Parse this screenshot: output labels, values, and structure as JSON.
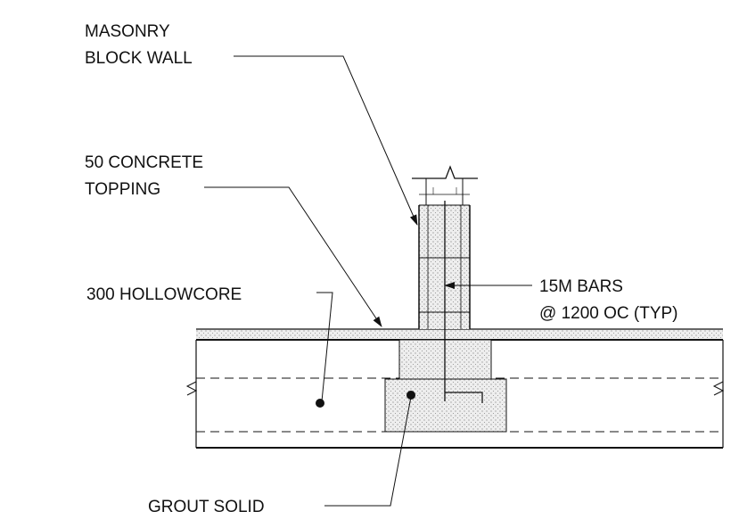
{
  "labels": {
    "masonry_line1": "MASONRY",
    "masonry_line2": "BLOCK WALL",
    "topping_line1": "50 CONCRETE",
    "topping_line2": "TOPPING",
    "hollowcore": "300 HOLLOWCORE",
    "bars_line1": "15M BARS",
    "bars_line2": "@ 1200 OC (TYP)",
    "grout": "GROUT SOLID"
  },
  "colors": {
    "ink": "#111111",
    "fill_stipple": "#e6e6e6"
  }
}
